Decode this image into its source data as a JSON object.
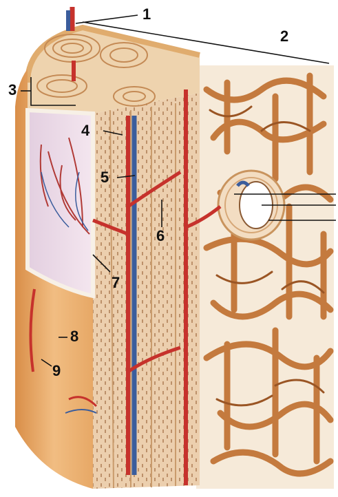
{
  "labels": [
    "1",
    "2",
    "3",
    "4",
    "5",
    "6",
    "7",
    "8",
    "9"
  ],
  "colors": {
    "artery": "#c6322c",
    "vein": "#3b5d9c",
    "compact_bone": "#e9c9a2",
    "osteon_ring": "#d7a574",
    "spongy_bone": "#c87a3c",
    "periosteum": "#e8b27a",
    "marrow_space": "#ffffff",
    "leader_line": "#111111"
  }
}
